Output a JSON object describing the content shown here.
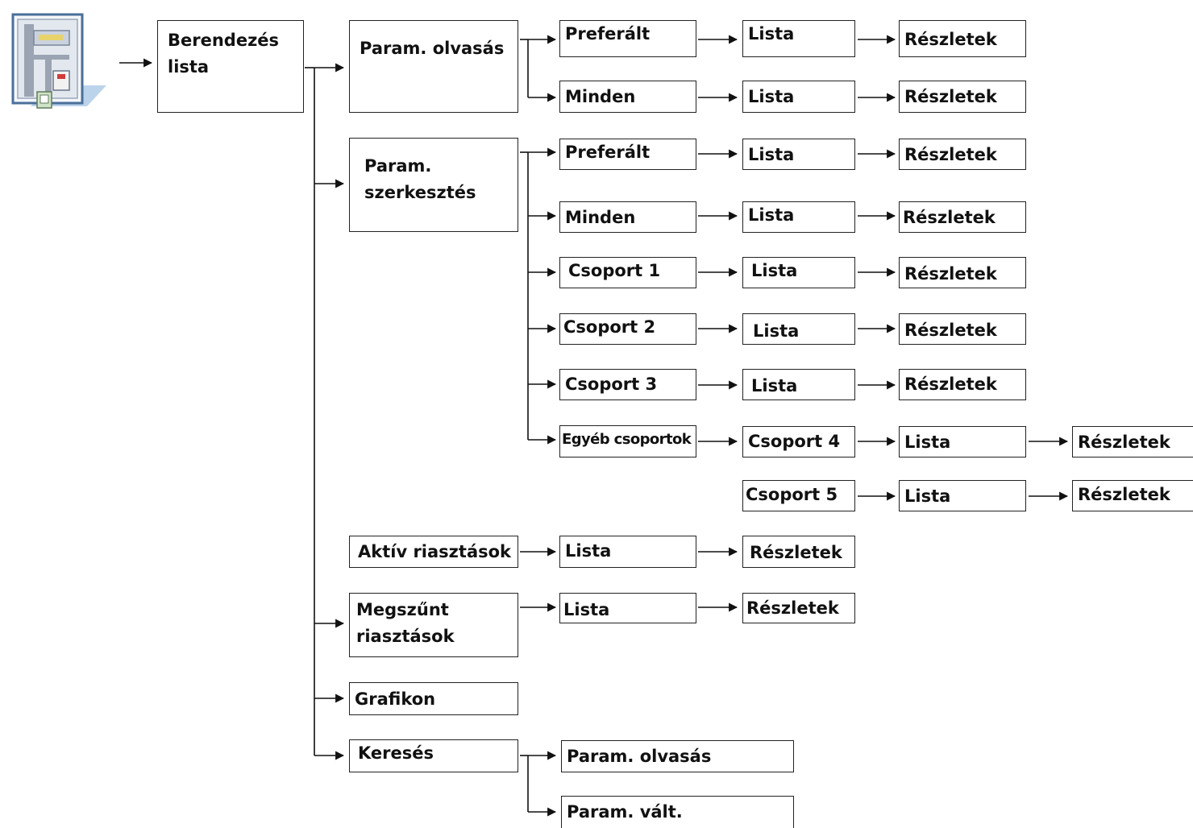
{
  "root": {
    "label": "Berendezés lista"
  },
  "menu": {
    "param_read": "Param. olvasás",
    "param_edit": "Param. szerkesztés",
    "active_alarms": "Aktív riasztások",
    "ceased_alarms": "Megszűnt riasztások",
    "chart": "Grafikon",
    "search": "Keresés"
  },
  "read_branch": {
    "preferred": "Preferált",
    "preferred_list": "Lista",
    "preferred_details": "Részletek",
    "all": "Minden",
    "all_list": "Lista",
    "all_details": "Részletek"
  },
  "edit_branch": {
    "preferred": "Preferált",
    "preferred_list": "Lista",
    "preferred_details": "Részletek",
    "all": "Minden",
    "all_list": "Lista",
    "all_details": "Részletek",
    "group1": "Csoport 1",
    "group1_list": "Lista",
    "group1_details": "Részletek",
    "group2": "Csoport 2",
    "group2_list": "Lista",
    "group2_details": "Részletek",
    "group3": "Csoport 3",
    "group3_list": "Lista",
    "group3_details": "Részletek",
    "other_groups": "Egyéb csoportok",
    "group4": "Csoport 4",
    "group4_list": "Lista",
    "group4_details": "Részletek",
    "group5": "Csoport 5",
    "group5_list": "Lista",
    "group5_details": "Részletek"
  },
  "active_branch": {
    "list": "Lista",
    "details": "Részletek"
  },
  "ceased_branch": {
    "list": "Lista",
    "details": "Részletek"
  },
  "search_branch": {
    "param_read": "Param. olvasás",
    "param_change": "Param. vált."
  },
  "icon": "device-list-app-icon"
}
